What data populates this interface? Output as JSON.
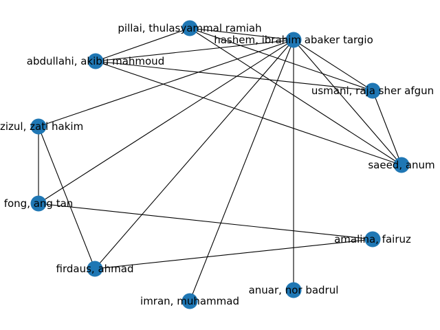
{
  "graph": {
    "node_color": "#1f77b4",
    "edge_color": "#000000",
    "nodes": [
      {
        "id": "hashem",
        "label": "hashem, ibrahim abaker targio"
      },
      {
        "id": "pillai",
        "label": "pillai, thulasyammal ramiah"
      },
      {
        "id": "abdullahi",
        "label": "abdullahi, akibu mahmoud"
      },
      {
        "id": "usmani",
        "label": "usmani, raja sher afgun"
      },
      {
        "id": "saeed",
        "label": "saeed, anum"
      },
      {
        "id": "azizul",
        "label": "azizul, zati hakim"
      },
      {
        "id": "fong",
        "label": "fong, ang tan"
      },
      {
        "id": "amalina",
        "label": "amalina, fairuz"
      },
      {
        "id": "firdaus",
        "label": "firdaus, ahmad"
      },
      {
        "id": "anuar",
        "label": "anuar, nor badrul"
      },
      {
        "id": "imran",
        "label": "imran, muhammad"
      }
    ],
    "edges": [
      [
        "pillai",
        "abdullahi"
      ],
      [
        "pillai",
        "hashem"
      ],
      [
        "pillai",
        "usmani"
      ],
      [
        "pillai",
        "saeed"
      ],
      [
        "abdullahi",
        "hashem"
      ],
      [
        "abdullahi",
        "usmani"
      ],
      [
        "abdullahi",
        "saeed"
      ],
      [
        "hashem",
        "usmani"
      ],
      [
        "hashem",
        "saeed"
      ],
      [
        "hashem",
        "azizul"
      ],
      [
        "hashem",
        "fong"
      ],
      [
        "hashem",
        "firdaus"
      ],
      [
        "hashem",
        "imran"
      ],
      [
        "hashem",
        "anuar"
      ],
      [
        "usmani",
        "saeed"
      ],
      [
        "azizul",
        "fong"
      ],
      [
        "azizul",
        "firdaus"
      ],
      [
        "fong",
        "amalina"
      ],
      [
        "amalina",
        "firdaus"
      ]
    ]
  }
}
